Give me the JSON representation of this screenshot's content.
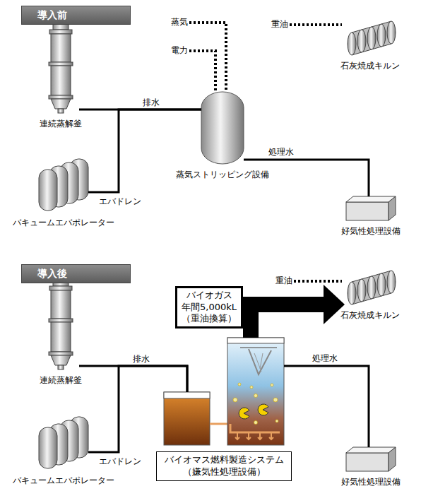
{
  "diagram": {
    "nodes": [
      {
        "text": [
          "導入前"
        ]
      },
      {
        "text": [
          "連続蒸解釜"
        ]
      },
      {
        "text": [
          "バキュームエバポレーター"
        ]
      },
      {
        "text": [
          "蒸気ストリッピング設備"
        ]
      },
      {
        "text": [
          "石灰焼成キルン"
        ]
      },
      {
        "text": [
          "好気性処理設備"
        ]
      },
      {
        "text": [
          "導入後"
        ]
      },
      {
        "text": [
          "連続蒸解釜"
        ]
      },
      {
        "text": [
          "バキュームエバポレーター"
        ]
      },
      {
        "text": [
          "バイオガス 年間5,000kL （重油換算）"
        ]
      },
      {
        "text": [
          "バイオマス燃料製造システム （嫌気性処理設備）"
        ]
      },
      {
        "text": [
          "石灰焼成キルン"
        ]
      },
      {
        "text": [
          "好気性処理設備"
        ]
      }
    ],
    "edges": [
      {
        "from": 1,
        "to": 3,
        "label": "排水",
        "arrow": "none"
      },
      {
        "from": 2,
        "to": 3,
        "label": "エバドレン",
        "arrow": "none"
      },
      {
        "from": 3,
        "to": 5,
        "label": "処理水",
        "arrow": "none"
      },
      {
        "from": 7,
        "to": 10,
        "label": "排水",
        "arrow": "none"
      },
      {
        "from": 8,
        "to": 10,
        "label": "エバドレン",
        "arrow": "none"
      },
      {
        "from": 10,
        "to": 12,
        "label": "処理水",
        "arrow": "none"
      },
      {
        "from": 10,
        "to": 11,
        "arrow": "to"
      }
    ],
    "labels": [
      "蒸気",
      "電力",
      "重油",
      "重油"
    ]
  }
}
